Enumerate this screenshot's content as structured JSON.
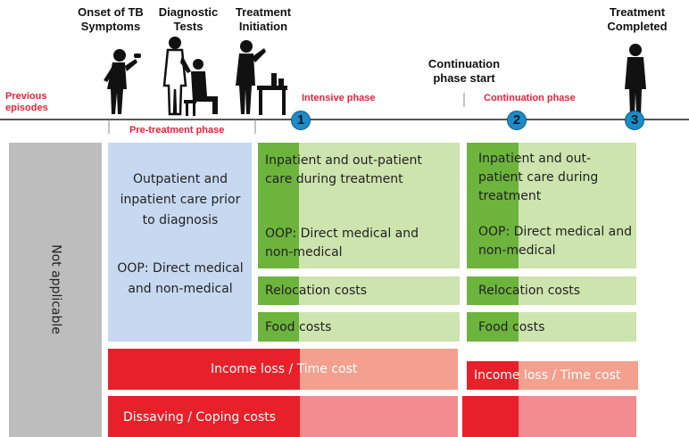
{
  "timeline": {
    "headers": {
      "onset": "Onset of TB Symptoms",
      "diagnostic": "Diagnostic Tests",
      "initiation": "Treatment Initiation",
      "continuation_start": "Continuation phase start",
      "completed": "Treatment Completed"
    },
    "previous_episodes": "Previous episodes",
    "pre_treatment_phase": "Pre-treatment phase",
    "intensive_phase": "Intensive phase",
    "continuation_phase": "Continuation phase",
    "markers": [
      "1",
      "2",
      "3"
    ]
  },
  "not_applicable": "Not applicable",
  "pre_treatment_box": {
    "line1": "Outpatient and inpatient care prior to diagnosis",
    "line2": "OOP: Direct medical and non-medical"
  },
  "intensive": {
    "care_line1": "Inpatient and out-patient care during treatment",
    "care_line2": "OOP: Direct medical and non-medical",
    "relocation": "Relocation costs",
    "food": "Food costs"
  },
  "continuation": {
    "care_line1": "Inpatient and out-patient care during treatment",
    "care_line2": "OOP: Direct medical and non-medical",
    "relocation": "Relocation costs",
    "food": "Food costs"
  },
  "income_loss_left": "Income loss / Time cost",
  "income_loss_right": "Income loss / Time cost",
  "dissaving": "Dissaving / Coping costs",
  "colors": {
    "grey": "#bdbdbd",
    "blue": "#c6d9f0",
    "light_green": "#cde4ae",
    "dark_green": "#6db43c",
    "red": "#e8202a",
    "salmon": "#f4a08e",
    "pink": "#f28b8f",
    "accent_red": "#e5243b",
    "badge_blue": "#1b8cc5"
  }
}
